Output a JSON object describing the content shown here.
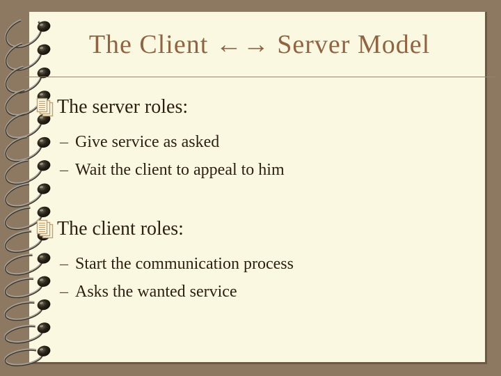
{
  "slide": {
    "title": "The Client ←→ Server Model",
    "sub_marker": "–",
    "bullets": [
      {
        "icon": "stacked-documents-icon",
        "heading": "The server roles:",
        "sub": [
          "Give service as asked",
          "Wait the client to appeal to him"
        ]
      },
      {
        "icon": "stacked-documents-icon",
        "heading": "The client roles:",
        "sub": [
          "Start the communication process",
          "Asks the wanted service"
        ]
      }
    ]
  },
  "decor": {
    "binding": "spiral-left",
    "ring_count": 15
  },
  "colors": {
    "background": "#8d7862",
    "page": "#fbf8e1",
    "title_text": "#8f6443",
    "body_text": "#2d2012",
    "rule": "#92856f",
    "icon_outline": "#bfa173",
    "wire_light": "#a7a096",
    "wire_dark": "#3c352b",
    "hole": "#15110b"
  }
}
